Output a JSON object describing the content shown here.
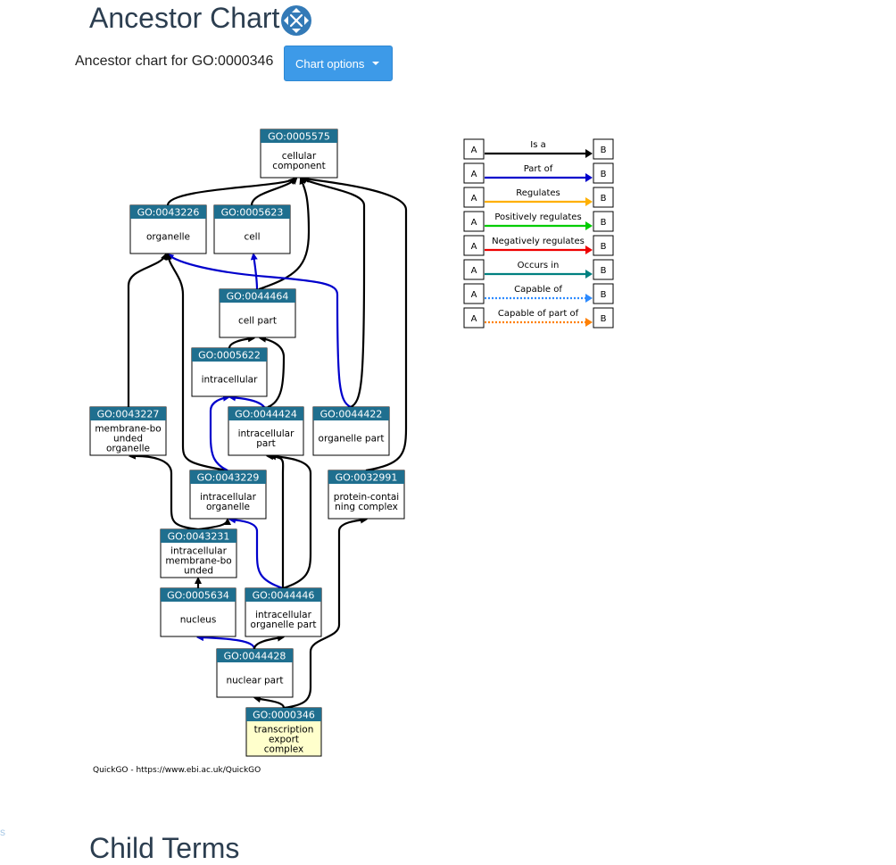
{
  "page": {
    "title": "Ancestor Chart",
    "expand_icon": "expand-arrows-icon",
    "subtitle": "Ancestor chart for GO:0000346",
    "chart_options_label": "Chart options",
    "child_terms_title": "Child Terms",
    "stray_text": "s"
  },
  "chart": {
    "credit": "QuickGO - https://www.ebi.ac.uk/QuickGO",
    "colors": {
      "header": "#1f6f8f",
      "selected_fill": "#ffffcc",
      "is_a": "#000000",
      "part_of": "#0000cc"
    },
    "terms": [
      {
        "id": "GO:0005575",
        "lines": [
          "cellular",
          "component"
        ]
      },
      {
        "id": "GO:0043226",
        "lines": [
          "organelle"
        ]
      },
      {
        "id": "GO:0005623",
        "lines": [
          "cell"
        ]
      },
      {
        "id": "GO:0044464",
        "lines": [
          "cell part"
        ]
      },
      {
        "id": "GO:0005622",
        "lines": [
          "intracellular"
        ]
      },
      {
        "id": "GO:0043227",
        "lines": [
          "membrane-bo",
          "unded",
          "organelle"
        ]
      },
      {
        "id": "GO:0044424",
        "lines": [
          "intracellular",
          "part"
        ]
      },
      {
        "id": "GO:0044422",
        "lines": [
          "organelle part"
        ]
      },
      {
        "id": "GO:0043229",
        "lines": [
          "intracellular",
          "organelle"
        ]
      },
      {
        "id": "GO:0032991",
        "lines": [
          "protein-contai",
          "ning complex"
        ]
      },
      {
        "id": "GO:0043231",
        "lines": [
          "intracellular",
          "membrane-bo",
          "unded"
        ]
      },
      {
        "id": "GO:0005634",
        "lines": [
          "nucleus"
        ]
      },
      {
        "id": "GO:0044446",
        "lines": [
          "intracellular",
          "organelle part"
        ]
      },
      {
        "id": "GO:0044428",
        "lines": [
          "nuclear part"
        ]
      },
      {
        "id": "GO:0000346",
        "lines": [
          "transcription",
          "export",
          "complex"
        ],
        "selected": true
      }
    ],
    "legend": [
      {
        "label": "Is a",
        "color": "#000000",
        "dashed": false
      },
      {
        "label": "Part of",
        "color": "#0000cc",
        "dashed": false
      },
      {
        "label": "Regulates",
        "color": "#ffb000",
        "dashed": false
      },
      {
        "label": "Positively regulates",
        "color": "#00cc00",
        "dashed": false
      },
      {
        "label": "Negatively regulates",
        "color": "#ee0000",
        "dashed": false
      },
      {
        "label": "Occurs in",
        "color": "#008080",
        "dashed": false
      },
      {
        "label": "Capable of",
        "color": "#2e8bff",
        "dashed": true
      },
      {
        "label": "Capable of part of",
        "color": "#ff8000",
        "dashed": true
      }
    ],
    "legend_a": "A",
    "legend_b": "B",
    "edges": [
      {
        "from": "GO:0043226",
        "to": "GO:0005575",
        "type": "is_a"
      },
      {
        "from": "GO:0005623",
        "to": "GO:0005575",
        "type": "is_a"
      },
      {
        "from": "GO:0044464",
        "to": "GO:0005575",
        "type": "is_a"
      },
      {
        "from": "GO:0044464",
        "to": "GO:0005623",
        "type": "part_of"
      },
      {
        "from": "GO:0005622",
        "to": "GO:0044464",
        "type": "is_a"
      },
      {
        "from": "GO:0043227",
        "to": "GO:0043226",
        "type": "is_a"
      },
      {
        "from": "GO:0044424",
        "to": "GO:0044464",
        "type": "is_a"
      },
      {
        "from": "GO:0044424",
        "to": "GO:0005622",
        "type": "part_of"
      },
      {
        "from": "GO:0044422",
        "to": "GO:0005575",
        "type": "is_a"
      },
      {
        "from": "GO:0044422",
        "to": "GO:0043226",
        "type": "part_of"
      },
      {
        "from": "GO:0043229",
        "to": "GO:0043226",
        "type": "is_a"
      },
      {
        "from": "GO:0043229",
        "to": "GO:0005622",
        "type": "part_of"
      },
      {
        "from": "GO:0032991",
        "to": "GO:0005575",
        "type": "is_a"
      },
      {
        "from": "GO:0043231",
        "to": "GO:0043227",
        "type": "is_a"
      },
      {
        "from": "GO:0043231",
        "to": "GO:0043229",
        "type": "is_a"
      },
      {
        "from": "GO:0005634",
        "to": "GO:0043231",
        "type": "is_a"
      },
      {
        "from": "GO:0044446",
        "to": "GO:0043229",
        "type": "part_of"
      },
      {
        "from": "GO:0044446",
        "to": "GO:0044424",
        "type": "is_a"
      },
      {
        "from": "GO:0044446",
        "to": "GO:0044422",
        "type": "is_a"
      },
      {
        "from": "GO:0044428",
        "to": "GO:0005634",
        "type": "part_of"
      },
      {
        "from": "GO:0044428",
        "to": "GO:0044446",
        "type": "is_a"
      },
      {
        "from": "GO:0000346",
        "to": "GO:0044428",
        "type": "is_a"
      },
      {
        "from": "GO:0000346",
        "to": "GO:0032991",
        "type": "is_a"
      }
    ]
  }
}
